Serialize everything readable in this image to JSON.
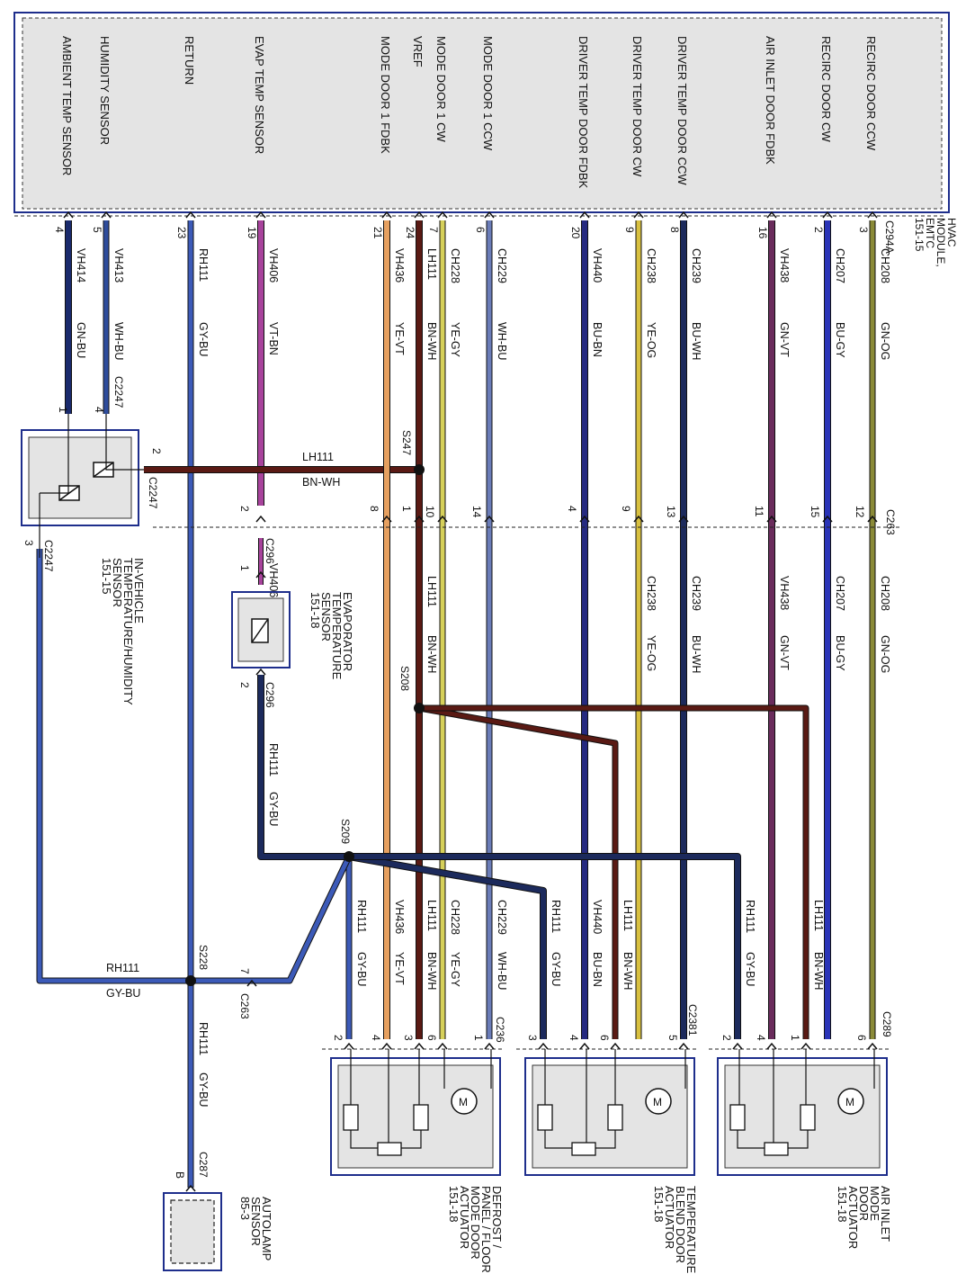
{
  "colors": {
    "GN-BU": "#1a2a6c",
    "WH-BU": "#2e4c9c",
    "GY-BU": "#3c5ab8",
    "VT-BN": "#a8439c",
    "YE-VT": "#e6a060",
    "BN-WH": "#5a1a14",
    "YE-GY": "#d6d05a",
    "WH-BU-CH229": "#6a7cb8",
    "BU-BN": "#262a80",
    "YE-OG": "#d8c040",
    "BU-WH": "#1c2a5c",
    "GN-VT": "#6a2c5c",
    "BU-GY": "#2a34b8",
    "GN-OG": "#8a8a38",
    "module_fill": "#e4e4e4",
    "module_border": "#1e2e8c"
  },
  "module": {
    "name_lines": [
      "HVAC",
      "MODULE,",
      "EMTC",
      "151-15"
    ],
    "connector": "C294A",
    "pins": [
      {
        "label": "AMBIENT TEMP SENSOR",
        "pin": "4",
        "circuit": "VH414",
        "color": "GN-BU"
      },
      {
        "label": "HUMIDITY SENSOR",
        "pin": "5",
        "circuit": "VH413",
        "color": "WH-BU"
      },
      {
        "label": "RETURN",
        "pin": "23",
        "circuit": "RH111",
        "color": "GY-BU"
      },
      {
        "label": "EVAP TEMP SENSOR",
        "pin": "19",
        "circuit": "VH406",
        "color": "VT-BN"
      },
      {
        "label": "MODE DOOR 1 FDBK",
        "pin": "21",
        "circuit": "VH436",
        "color": "YE-VT"
      },
      {
        "label": "VREF",
        "pin": "24",
        "circuit": "LH111",
        "color": "BN-WH"
      },
      {
        "label": "MODE DOOR 1 CW",
        "pin": "7",
        "circuit": "CH228",
        "color": "YE-GY"
      },
      {
        "label": "MODE DOOR 1 CCW",
        "pin": "6",
        "circuit": "CH229",
        "color": "WH-BU"
      },
      {
        "label": "DRIVER TEMP DOOR FDBK",
        "pin": "20",
        "circuit": "VH440",
        "color": "BU-BN"
      },
      {
        "label": "DRIVER TEMP DOOR CW",
        "pin": "9",
        "circuit": "CH238",
        "color": "YE-OG"
      },
      {
        "label": "DRIVER TEMP DOOR CCW",
        "pin": "8",
        "circuit": "CH239",
        "color": "BU-WH"
      },
      {
        "label": "AIR INLET DOOR FDBK",
        "pin": "16",
        "circuit": "VH438",
        "color": "GN-VT"
      },
      {
        "label": "RECIRC DOOR CW",
        "pin": "2",
        "circuit": "CH207",
        "color": "BU-GY"
      },
      {
        "label": "RECIRC DOOR CCW",
        "pin": "3",
        "circuit": "CH208",
        "color": "GN-OG"
      }
    ]
  },
  "connectors": {
    "c2247": "C2247",
    "c263": "C263",
    "c296": "C296",
    "c236": "C236",
    "c2381": "C2381",
    "c289": "C289",
    "c287": "C287"
  },
  "c263_pins": [
    "8",
    "1",
    "10",
    "14",
    "4",
    "9",
    "13",
    "11",
    "15",
    "12"
  ],
  "splices": {
    "s247": "S247",
    "s208": "S208",
    "s209": "S209",
    "s228": "S228"
  },
  "wire_labels": {
    "lh111": "LH111",
    "bn_wh": "BN-WH",
    "rh111": "RH111",
    "gy_bu": "GY-BU",
    "vh436": "VH436",
    "ye_vt": "YE-VT",
    "ch228": "CH228",
    "ye_gy": "YE-GY",
    "ch229": "CH229",
    "wh_bu": "WH-BU",
    "vh440": "VH440",
    "bu_bn": "BU-BN",
    "ch238": "CH238",
    "ye_og": "YE-OG",
    "ch239": "CH239",
    "bu_wh": "BU-WH",
    "vh438": "VH438",
    "gn_vt": "GN-VT",
    "ch207": "CH207",
    "bu_gy": "BU-GY",
    "ch208": "CH208",
    "gn_og": "GN-OG",
    "vh406": "VH406",
    "vt_bn": "VT-BN"
  },
  "components": {
    "in_vehicle": [
      "IN-VEHICLE",
      "TEMPERATURE/HUMIDITY",
      "SENSOR",
      "151-15"
    ],
    "evaporator": [
      "EVAPORATOR",
      "TEMPERATURE",
      "SENSOR",
      "151-18"
    ],
    "defrost": [
      "DEFROST /",
      "PANEL / FLOOR",
      "MODE DOOR",
      "ACTUATOR",
      "151-18"
    ],
    "temp_blend": [
      "TEMPERATURE",
      "BLEND DOOR",
      "ACTUATOR",
      "151-18"
    ],
    "air_inlet": [
      "AIR INLET",
      "MODE",
      "DOOR",
      "ACTUATOR",
      "151-18"
    ],
    "autolamp": [
      "AUTOLAMP",
      "SENSOR",
      "85-3"
    ]
  },
  "pins_misc": {
    "ivs_1": "1",
    "ivs_4": "4",
    "ivs_2": "2",
    "ivs_3": "3",
    "evap_top_2": "2",
    "evap_1": "1",
    "evap_bot_2": "2",
    "c263_7": "7",
    "autolamp_b": "B",
    "defrost_pins": [
      "2",
      "4",
      "3",
      "6",
      "1"
    ],
    "blend_pins": [
      "3",
      "4",
      "6",
      "5"
    ],
    "inlet_pins": [
      "2",
      "4",
      "1",
      "6"
    ]
  }
}
